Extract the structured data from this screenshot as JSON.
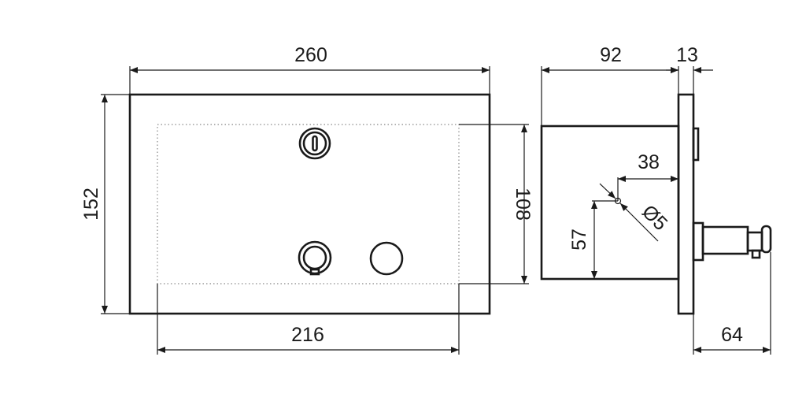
{
  "drawing": {
    "front_view": {
      "width_label": "260",
      "height_label": "152",
      "inner_width_label": "216",
      "inner_height_label": "108"
    },
    "side_view": {
      "depth_label": "92",
      "plate_label": "13",
      "hole_offset_label": "38",
      "hole_height_label": "57",
      "hole_diameter_label": "Ø5",
      "knob_projection_label": "64"
    }
  }
}
